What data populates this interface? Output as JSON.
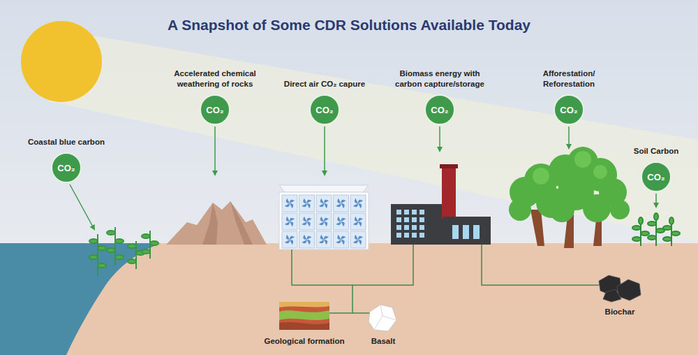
{
  "diagram": {
    "title": "A Snapshot of Some CDR Solutions Available Today",
    "nodes": [
      {
        "text": [
          "Coastal blue carbon",
          "CO₂"
        ]
      },
      {
        "text": [
          "Accelerated chemical weathering of rocks",
          "CO₂"
        ]
      },
      {
        "text": [
          "Direct air CO₂ capure",
          "CO₂"
        ]
      },
      {
        "text": [
          "Biomass energy with carbon capture/storage",
          "CO₂"
        ]
      },
      {
        "text": [
          "Afforestation/ Reforestation",
          "CO₂"
        ]
      },
      {
        "text": [
          "Soil Carbon",
          "CO₂"
        ]
      }
    ],
    "labels": [
      "Geological formation",
      "Basalt",
      "Biochar"
    ]
  }
}
